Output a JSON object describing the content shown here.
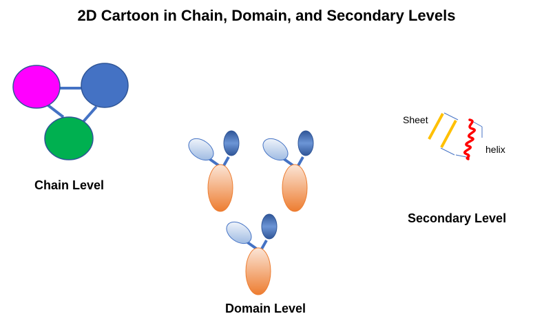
{
  "title": "2D Cartoon in Chain, Domain, and Secondary Levels",
  "chain": {
    "label": "Chain Level",
    "colors": {
      "magenta": "#FF00FF",
      "blue": "#4472C4",
      "green": "#00B050",
      "link": "#4472C4"
    }
  },
  "domain": {
    "label": "Domain Level",
    "colors": {
      "light": "#C9DAF1",
      "dark": "#4472C4",
      "base": "#F08A4B",
      "link": "#4472C4"
    }
  },
  "secondary": {
    "label": "Secondary Level",
    "sheet_label": "Sheet",
    "helix_label": "helix",
    "colors": {
      "sheet": "#FFC000",
      "helix": "#FF0000",
      "outline": "#4472C4"
    }
  }
}
